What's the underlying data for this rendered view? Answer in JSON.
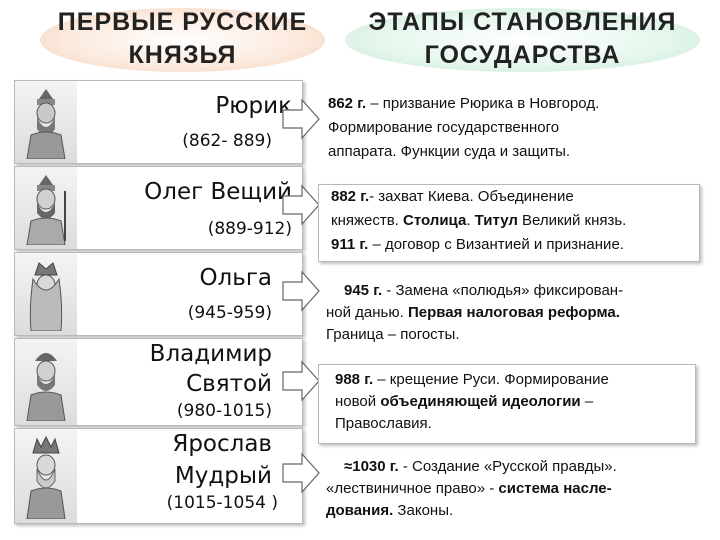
{
  "headers": {
    "left_line1": "ПЕРВЫЕ РУССКИЕ",
    "left_line2": "КНЯЗЬЯ",
    "right_line1": "ЭТАПЫ СТАНОВЛЕНИЯ",
    "right_line2": "ГОСУДАРСТВА"
  },
  "princes": [
    {
      "name_line1": "Рюрик",
      "name_line2": "",
      "dates": "(862- 889)",
      "portrait_icon": "prince-portrait-icon"
    },
    {
      "name_line1": "Олег Вещий",
      "name_line2": "",
      "dates": "(889-912)",
      "portrait_icon": "prince-portrait-icon"
    },
    {
      "name_line1": "Ольга",
      "name_line2": "",
      "dates": "(945-959)",
      "portrait_icon": "princess-portrait-icon"
    },
    {
      "name_line1": "Владимир",
      "name_line2": "Святой",
      "dates": "(980-1015)",
      "portrait_icon": "prince-portrait-icon"
    },
    {
      "name_line1": "Ярослав",
      "name_line2": "Мудрый",
      "dates": "(1015-1054 )",
      "portrait_icon": "prince-portrait-icon"
    }
  ],
  "stages": {
    "s1": {
      "year": "862 г.",
      "t1": " – призвание Рюрика в Новгород.",
      "t2": "Формирование ",
      "b1": "государственного",
      "t3": "",
      "b2": "аппарата",
      "t4": ". Функции суда и защиты."
    },
    "s2": {
      "year": "882 г.",
      "t1": "- захват Киева. Объединение",
      "t2": "княжеств. ",
      "b1": "Столица",
      "t3": ". ",
      "b2": "Титул",
      "t4": " Великий князь.",
      "year2": "911 г.",
      "t5": " – договор с Византией и признание."
    },
    "s3": {
      "year": "945 г.",
      "t1": " - Замена «полюдья» фиксирован-",
      "t2": "ной данью. ",
      "b1": "Первая налоговая реформа.",
      "t3": "Граница – погосты."
    },
    "s4": {
      "year": "988 г.",
      "t1": " – крещение Руси. Формирование",
      "t2": "новой ",
      "b1": "объединяющей идеологии",
      "t3": " –",
      "t4": "Православия."
    },
    "s5": {
      "year": "≈1030 г.",
      "t1": " - Создание «Русской правды».",
      "t2": "«лествиничное право» - ",
      "b1": "система насле-",
      "b2": "дования.",
      "t3": " Законы."
    }
  },
  "colors": {
    "left_header_glow": "#f3cdb4",
    "right_header_glow": "#bfe6cf",
    "box_border": "#b9b9b9"
  }
}
